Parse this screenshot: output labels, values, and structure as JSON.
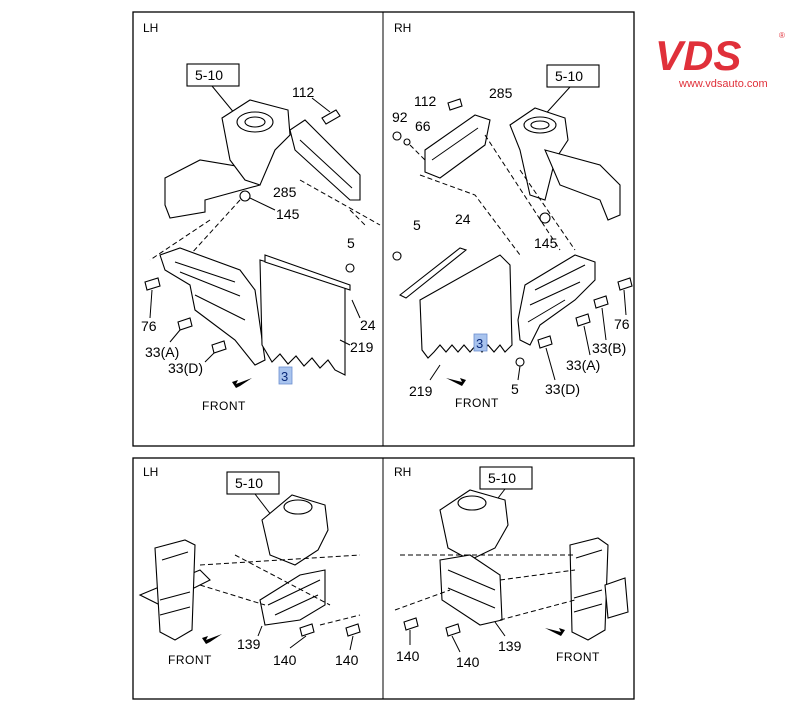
{
  "brand": {
    "name": "VDS",
    "reg_mark": "®",
    "url": "www.vdsauto.com",
    "color": "#e0303a"
  },
  "panels": {
    "top_lh": {
      "side": "LH",
      "ref": "5-10",
      "front": "FRONT",
      "callouts": [
        "112",
        "285",
        "145",
        "5",
        "24",
        "219",
        "76",
        "33(A)",
        "33(D)",
        "3"
      ]
    },
    "top_rh": {
      "side": "RH",
      "ref": "5-10",
      "front": "FRONT",
      "callouts": [
        "92",
        "112",
        "285",
        "66",
        "145",
        "5",
        "24",
        "76",
        "33(B)",
        "33(A)",
        "33(D)",
        "219",
        "5",
        "3"
      ]
    },
    "bottom_lh": {
      "side": "LH",
      "ref": "5-10",
      "front": "FRONT",
      "callouts": [
        "139",
        "140",
        "140"
      ]
    },
    "bottom_rh": {
      "side": "RH",
      "ref": "5-10",
      "front": "FRONT",
      "callouts": [
        "140",
        "140",
        "139"
      ]
    }
  },
  "highlight_color": "#a9c4ee"
}
